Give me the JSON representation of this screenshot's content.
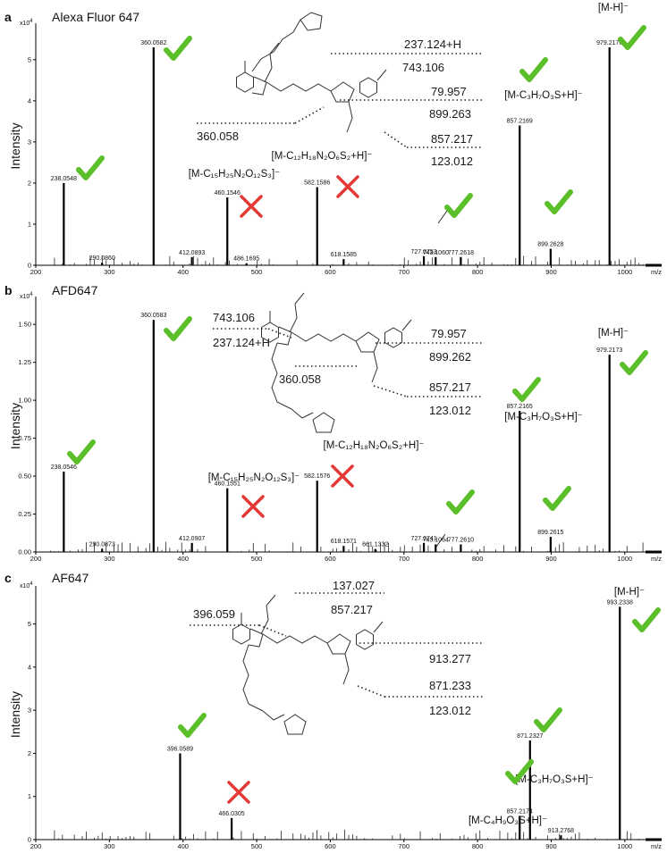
{
  "chart_data": [
    {
      "type": "bar",
      "panel_letter": "a",
      "title": "Alexa Fluor 647",
      "ylabel": "Intensity",
      "xlabel": "m/z",
      "y_scale_label": "x10^4",
      "xlim": [
        200,
        1050
      ],
      "ylim": [
        0,
        5.8
      ],
      "x_ticks": [
        200,
        300,
        400,
        500,
        600,
        700,
        800,
        900,
        1000
      ],
      "y_ticks": [
        0,
        1,
        2,
        3,
        4,
        5
      ],
      "peaks": [
        {
          "x": 238.0548,
          "y": 2.0,
          "label": "238.0548"
        },
        {
          "x": 290.086,
          "y": 0.06,
          "label": "290.0860"
        },
        {
          "x": 360.0582,
          "y": 5.3,
          "label": "360.0582"
        },
        {
          "x": 412.0893,
          "y": 0.2,
          "label": "412.0893"
        },
        {
          "x": 460.1546,
          "y": 1.65,
          "label": "460.1546"
        },
        {
          "x": 486.1695,
          "y": 0.05,
          "label": "486.1695"
        },
        {
          "x": 582.1586,
          "y": 1.9,
          "label": "582.1586"
        },
        {
          "x": 618.1585,
          "y": 0.15,
          "label": "618.1585"
        },
        {
          "x": 727.0753,
          "y": 0.22,
          "label": "727.0753"
        },
        {
          "x": 743.106,
          "y": 0.2,
          "label": "743.1060"
        },
        {
          "x": 777.2618,
          "y": 0.2,
          "label": "777.2618"
        },
        {
          "x": 857.2169,
          "y": 3.4,
          "label": "857.2169"
        },
        {
          "x": 899.2628,
          "y": 0.4,
          "label": "899.2628"
        },
        {
          "x": 979.2176,
          "y": 5.3,
          "label": "979.2176"
        }
      ],
      "fragment_labels": [
        "[M-H]⁻",
        "[M-C₃H₇O₃S+H]⁻",
        "[M-C₁₂H₁₈N₂O₆S₂+H]⁻",
        "[M-C₁₅H₂₅N₂O₁₂S₃]⁻"
      ],
      "cleavage_annotations": [
        "237.124+H",
        "743.106",
        "79.957",
        "899.263",
        "360.058",
        "857.217",
        "123.012"
      ]
    },
    {
      "type": "bar",
      "panel_letter": "b",
      "title": "AFD647",
      "ylabel": "Intensity",
      "xlabel": "m/z",
      "y_scale_label": "x10^4",
      "xlim": [
        200,
        1050
      ],
      "ylim": [
        0,
        1.66
      ],
      "x_ticks": [
        200,
        300,
        400,
        500,
        600,
        700,
        800,
        900,
        1000
      ],
      "y_ticks": [
        "0.00",
        "0.25",
        "0.50",
        "0.75",
        "1.00",
        "1.25",
        "1.50"
      ],
      "peaks": [
        {
          "x": 238.0546,
          "y": 0.53,
          "label": "238.0546"
        },
        {
          "x": 290.0873,
          "y": 0.02,
          "label": "290.0873"
        },
        {
          "x": 360.0583,
          "y": 1.53,
          "label": "360.0583"
        },
        {
          "x": 412.0907,
          "y": 0.06,
          "label": "412.0907"
        },
        {
          "x": 460.1551,
          "y": 0.42,
          "label": "460.1551"
        },
        {
          "x": 582.1576,
          "y": 0.47,
          "label": "582.1576"
        },
        {
          "x": 618.1571,
          "y": 0.04,
          "label": "618.1571"
        },
        {
          "x": 661.1332,
          "y": 0.02,
          "label": "661.1332"
        },
        {
          "x": 727.0741,
          "y": 0.06,
          "label": "727.0741"
        },
        {
          "x": 743.1064,
          "y": 0.05,
          "label": "743.1064"
        },
        {
          "x": 777.261,
          "y": 0.05,
          "label": "777.2610"
        },
        {
          "x": 857.2165,
          "y": 0.93,
          "label": "857.2165"
        },
        {
          "x": 899.2615,
          "y": 0.1,
          "label": "899.2615"
        },
        {
          "x": 979.2173,
          "y": 1.3,
          "label": "979.2173"
        }
      ],
      "fragment_labels": [
        "[M-H]⁻",
        "[M-C₃H₇O₃S+H]⁻",
        "[M-C₁₂H₁₈N₂O₆S₂+H]⁻",
        "[M-C₁₅H₂₅N₂O₁₂S₃]⁻"
      ],
      "cleavage_annotations": [
        "743.106",
        "237.124+H",
        "79.957",
        "899.262",
        "360.058",
        "857.217",
        "123.012"
      ]
    },
    {
      "type": "bar",
      "panel_letter": "c",
      "title": "AF647",
      "ylabel": "Intensity",
      "xlabel": "m/z",
      "y_scale_label": "x10^4",
      "xlim": [
        200,
        1050
      ],
      "ylim": [
        0,
        5.8
      ],
      "x_ticks": [
        200,
        300,
        400,
        500,
        600,
        700,
        800,
        900,
        1000
      ],
      "y_ticks": [
        0,
        1,
        2,
        3,
        4,
        5
      ],
      "peaks": [
        {
          "x": 396.0589,
          "y": 2.0,
          "label": "396.0589"
        },
        {
          "x": 466.0305,
          "y": 0.5,
          "label": "466.0305"
        },
        {
          "x": 857.2174,
          "y": 0.55,
          "label": "857.2174"
        },
        {
          "x": 871.2327,
          "y": 2.3,
          "label": "871.2327"
        },
        {
          "x": 913.2768,
          "y": 0.1,
          "label": "913.2768"
        },
        {
          "x": 993.2338,
          "y": 5.4,
          "label": "993.2338"
        }
      ],
      "fragment_labels": [
        "[M-H]⁻",
        "[M-C₃H₇O₃S+H]⁻",
        "[M-C₄H₉O₃S+H]⁻"
      ],
      "cleavage_annotations": [
        "137.027",
        "857.217",
        "396.059",
        "913.277",
        "871.233",
        "123.012"
      ]
    }
  ],
  "colors": {
    "check": "#5bbf2a",
    "cross": "#e53935",
    "peaks": "#000000"
  }
}
